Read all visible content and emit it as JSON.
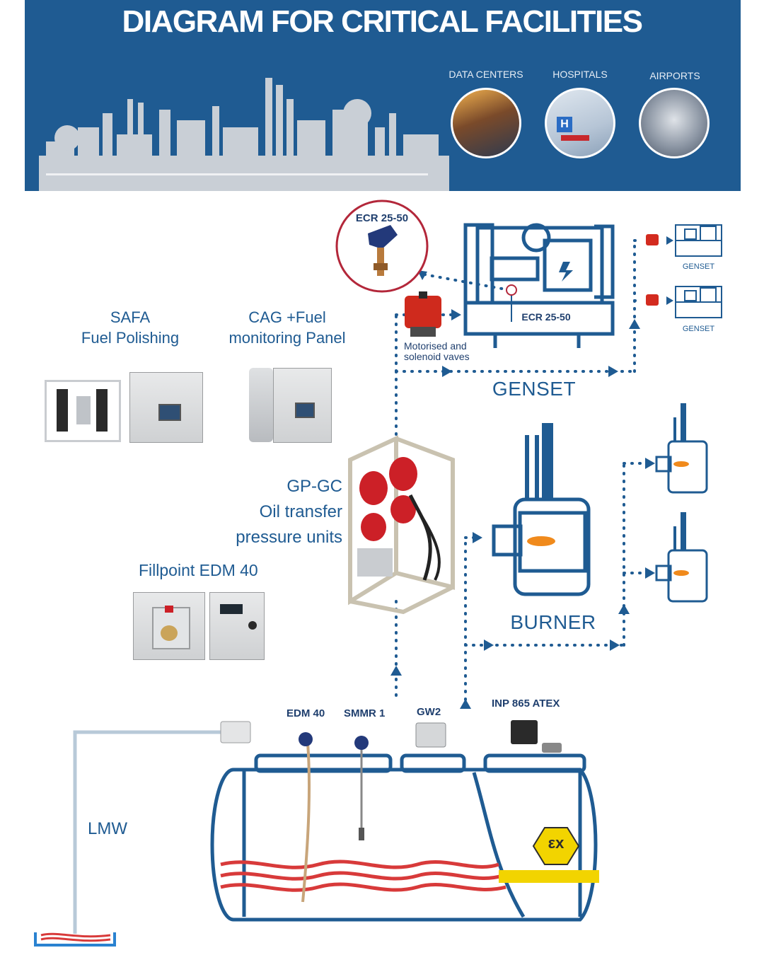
{
  "title": "DIAGRAM FOR CRITICAL FACILITIES",
  "facilities": [
    {
      "label": "DATA CENTERS"
    },
    {
      "label": "HOSPITALS"
    },
    {
      "label": "AIRPORTS"
    }
  ],
  "products": {
    "safa": {
      "line1": "SAFA",
      "line2": "Fuel Polishing"
    },
    "cag": {
      "line1": "CAG  +Fuel",
      "line2": "monitoring Panel"
    },
    "ecr_bubble": "ECR 25-50",
    "ecr_genset": "ECR 25-50",
    "valves": {
      "line1": "Motorised and",
      "line2": "solenoid vaves"
    },
    "genset_label": "GENSET",
    "genset_small_1": "GENSET",
    "genset_small_2": "GENSET",
    "gpgc": {
      "line1": "GP-GC",
      "line2": "Oil transfer",
      "line3": "pressure units"
    },
    "fillpoint": "Fillpoint EDM 40",
    "burner_label": "BURNER",
    "edm40": "EDM 40",
    "smmr1": "SMMR 1",
    "gw2": "GW2",
    "inp865": "INP 865 ATEX",
    "lmw": "LMW",
    "ex_mark": "εx"
  },
  "colors": {
    "primary_blue": "#1f5b92",
    "fuel_red": "#d83a3a",
    "atex_yellow": "#f2d400",
    "ecr_circle_red": "#b3273a"
  }
}
